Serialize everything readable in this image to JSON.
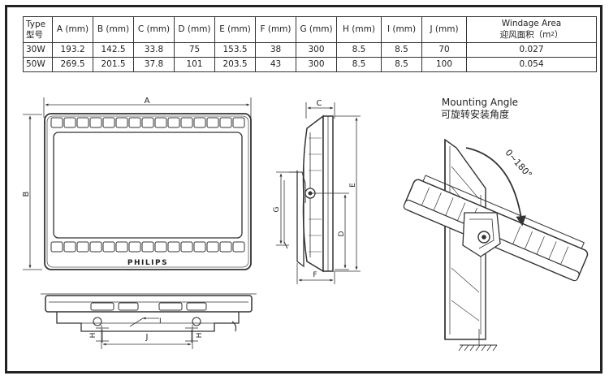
{
  "table": {
    "headers": [
      {
        "key": "type",
        "line1": "Type",
        "line2": "型号"
      },
      {
        "key": "a",
        "line1": "A (mm)",
        "line2": ""
      },
      {
        "key": "b",
        "line1": "B (mm)",
        "line2": ""
      },
      {
        "key": "c",
        "line1": "C (mm)",
        "line2": ""
      },
      {
        "key": "d",
        "line1": "D (mm)",
        "line2": ""
      },
      {
        "key": "e",
        "line1": "E (mm)",
        "line2": ""
      },
      {
        "key": "f",
        "line1": "F (mm)",
        "line2": ""
      },
      {
        "key": "g",
        "line1": "G (mm)",
        "line2": ""
      },
      {
        "key": "h",
        "line1": "H (mm)",
        "line2": ""
      },
      {
        "key": "i",
        "line1": "I (mm)",
        "line2": ""
      },
      {
        "key": "j",
        "line1": "J (mm)",
        "line2": ""
      },
      {
        "key": "windage",
        "line1": "Windage Area",
        "line2": "迎风面积（m",
        "line2_sup": "2",
        "line2_end": "）"
      }
    ],
    "rows": [
      [
        "30W",
        "193.2",
        "142.5",
        "33.8",
        "75",
        "153.5",
        "38",
        "300",
        "8.5",
        "8.5",
        "70",
        "0.027"
      ],
      [
        "50W",
        "269.5",
        "201.5",
        "37.8",
        "101",
        "203.5",
        "43",
        "300",
        "8.5",
        "8.5",
        "100",
        "0.054"
      ]
    ]
  },
  "drawings": {
    "front": {
      "dim_a": "A",
      "dim_b": "B",
      "brand": "PHILIPS"
    },
    "bottom": {
      "dim_h": "H",
      "dim_i": "I",
      "dim_j": "J"
    },
    "side": {
      "dim_c": "C",
      "dim_e": "E",
      "dim_g": "G",
      "dim_d": "D",
      "dim_f": "F"
    },
    "mounting": {
      "title_en": "Mounting Angle",
      "title_cn": "可旋转安装角度",
      "range": "0~180°"
    }
  }
}
